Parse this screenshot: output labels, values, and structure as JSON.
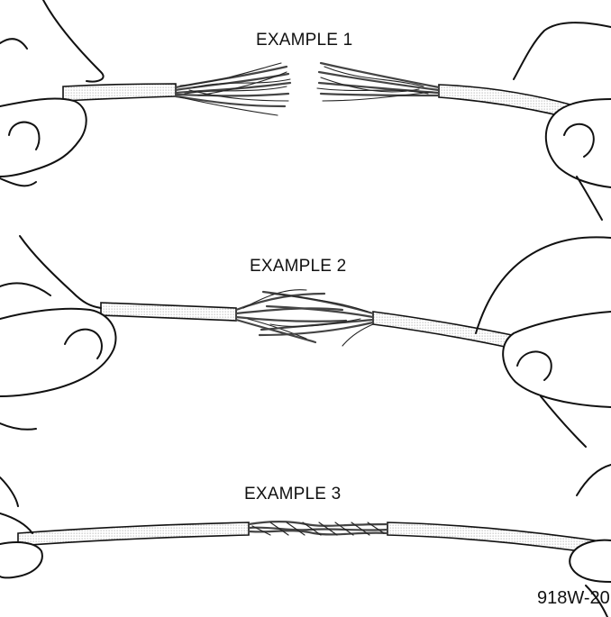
{
  "examples": [
    {
      "label": "EXAMPLE 1"
    },
    {
      "label": "EXAMPLE 2"
    },
    {
      "label": "EXAMPLE 3"
    }
  ],
  "figure_code": "918W-20",
  "colors": {
    "line": "#111111",
    "background": "#ffffff",
    "stipple": "#9a9a9a"
  }
}
